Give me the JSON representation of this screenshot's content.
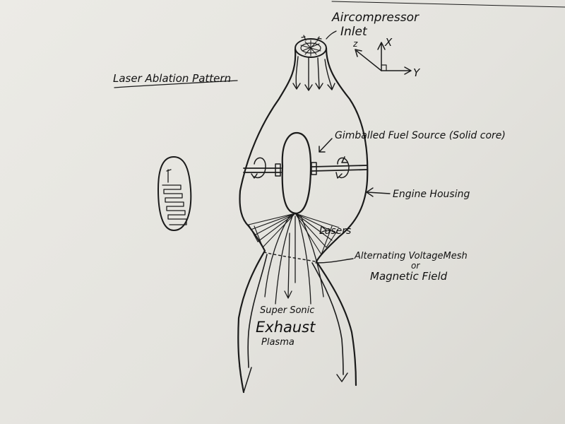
{
  "labels": {
    "inlet_line1": "Aircompressor",
    "inlet_line2": "Inlet",
    "laser_ablation_pattern": "Laser Ablation Pattern",
    "fuel_source": "Gimballed Fuel Source (Solid core)",
    "engine_housing": "Engine Housing",
    "lasers": "Lasers",
    "mesh_line1": "Alternating VoltageMesh",
    "mesh_line2": "or",
    "mesh_line3": "Magnetic Field",
    "exhaust_line1": "Super Sonic",
    "exhaust_line2": "Exhaust",
    "exhaust_line3": "Plasma"
  },
  "axes": {
    "x_label": "X",
    "y_label": "Y",
    "z_label": "z"
  },
  "colors": {
    "ink": "#1b1b1b",
    "paper": "#e8e7e2"
  }
}
